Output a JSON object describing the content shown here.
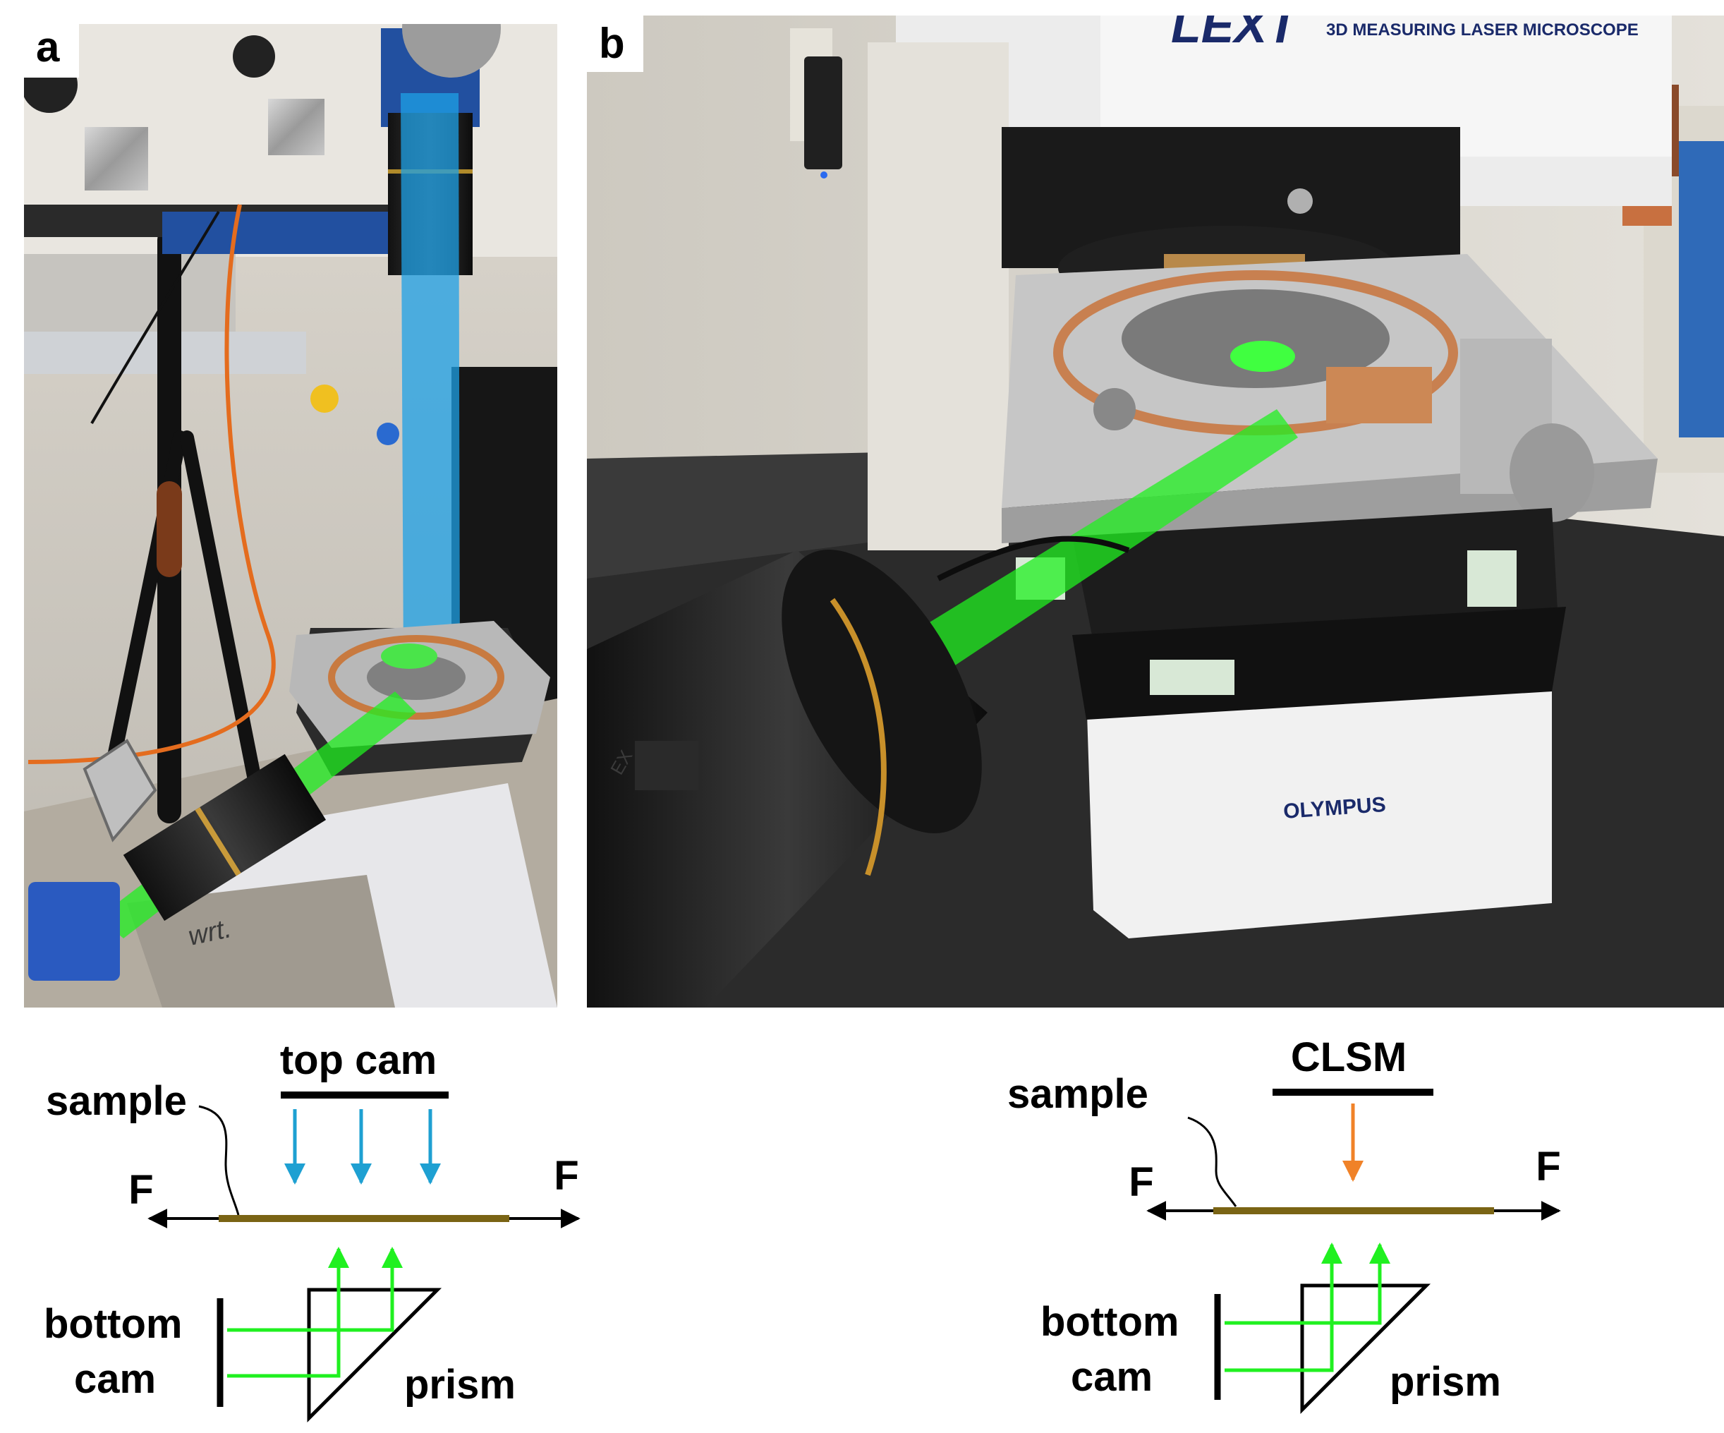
{
  "panels": {
    "a": {
      "label": "a"
    },
    "b": {
      "label": "b"
    }
  },
  "diagram_a": {
    "source_label": "top cam",
    "sample_label": "sample",
    "force_left": "F",
    "force_right": "F",
    "bottom_cam_line1": "bottom",
    "bottom_cam_line2": "cam",
    "prism_label": "prism"
  },
  "diagram_b": {
    "source_label": "CLSM",
    "sample_label": "sample",
    "force_left": "F",
    "force_right": "F",
    "bottom_cam_line1": "bottom",
    "bottom_cam_line2": "cam",
    "prism_label": "prism"
  },
  "photo_b_markings": {
    "microscope_brand": "LEXT",
    "microscope_model": "3D MEASURING LASER MICROSCOPE",
    "base_brand": "OLYMPUS"
  },
  "colors": {
    "top_light": "#1ea0d2",
    "clsm_light": "#f08228",
    "bottom_light": "#20f020",
    "sample_bar": "#7a6414",
    "text": "#000000"
  }
}
